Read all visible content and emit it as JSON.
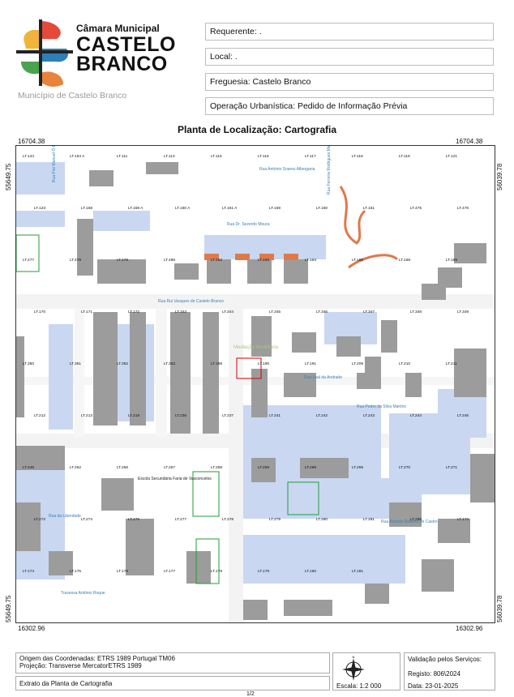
{
  "header": {
    "org_name": "Câmara Municipal",
    "brand_line1": "CASTELO",
    "brand_line2": "BRANCO",
    "municipality": "Município de Castelo Branco",
    "requerente": "Requerente:  .",
    "local": "Local:  .",
    "freguesia": "Freguesia:  Castelo Branco",
    "operacao": "Operação Urbanística:  Pedido de Informação Prévia"
  },
  "map": {
    "title": "Planta de Localização: Cartografia",
    "coords": {
      "top_left": "16704.38",
      "top_right": "16704.38",
      "bottom_left": "16302.96",
      "bottom_right": "16302.96",
      "left_top": "55649.75",
      "left_bottom": "55649.75",
      "right_top": "56039.78",
      "right_bottom": "56039.78"
    },
    "streets": [
      "Rua António Soares Albergaria",
      "Rua Dr. Sezerdo Moura",
      "Rua Frei Manuel Ó Pedro",
      "Rua Rui Vasques de Castelo Branco",
      "Rua Leal da Andrade",
      "Rua Pedro da Silva Martins",
      "Rua da Liberdade",
      "Rua Antonio Roberto de Castro",
      "Travessa António Roque",
      "Escola Secundária Faria de Vasconcelos",
      "Rua Ferreira Rodrigues Marques"
    ],
    "lots": [
      "LT.144",
      "LT.154 A",
      "LT.111",
      "LT.113",
      "LT.115",
      "LT.116",
      "LT.117",
      "LT.118",
      "LT.119",
      "LT.121",
      "LT.123",
      "LT.158",
      "LT.159 A",
      "LT.160 A",
      "LT.161 A",
      "LT.159",
      "LT.160",
      "LT.161",
      "LT.475",
      "LT.476",
      "LT.477",
      "LT.478",
      "LT.479",
      "LT.486",
      "LT.162",
      "LT.163",
      "LT.164",
      "LT.165",
      "LT.168",
      "LT.169",
      "LT.170",
      "LT.171",
      "LT.172",
      "LT.343",
      "LT.344",
      "LT.345",
      "LT.346",
      "LT.347",
      "LT.348",
      "LT.349",
      "LT.350",
      "LT.351",
      "LT.352",
      "LT.353",
      "LT.189",
      "LT.190",
      "LT.191",
      "LT.209",
      "LT.210",
      "LT.211",
      "LT.212",
      "LT.213",
      "LT.218",
      "LT.236",
      "LT.237",
      "LT.241",
      "LT.242",
      "LT.243",
      "LT.244",
      "LT.245",
      "LT.246",
      "LT.252",
      "LT.256",
      "LT.257",
      "LT.258",
      "LT.259",
      "LT.268",
      "LT.269",
      "LT.270",
      "LT.271",
      "LT.272",
      "LT.274",
      "LT.276",
      "LT.277",
      "LT.278",
      "LT.279",
      "LT.280",
      "LT.281",
      "LT.295",
      "LT.173",
      "LT.174",
      "LT.175",
      "LT.176",
      "LT.177",
      "LT.178",
      "LT.179",
      "LT.180",
      "LT.181"
    ],
    "watermark": "Mediação Imobiliária",
    "colors": {
      "building": "#9c9c9c",
      "lot_fill": "#c9d7f1",
      "green": "#1f9d3a",
      "orange": "#e0794a",
      "red_outline": "#d10000",
      "street_text": "#3b7fb3"
    }
  },
  "footer": {
    "origin": "Origem das Coordenadas: ETRS 1989 Portugal TM06",
    "projection": "Projeção: Transverse MercatorETRS 1989",
    "extract": "Extrato da Planta de Cartografia",
    "scale": "Escala: 1:2 000",
    "compass": "north-arrow-icon",
    "valid_title": "Validação pelos Serviços:",
    "registo": "Registo:    806\\2024",
    "data": "Data:  23-01-2025",
    "page": "1/2"
  }
}
